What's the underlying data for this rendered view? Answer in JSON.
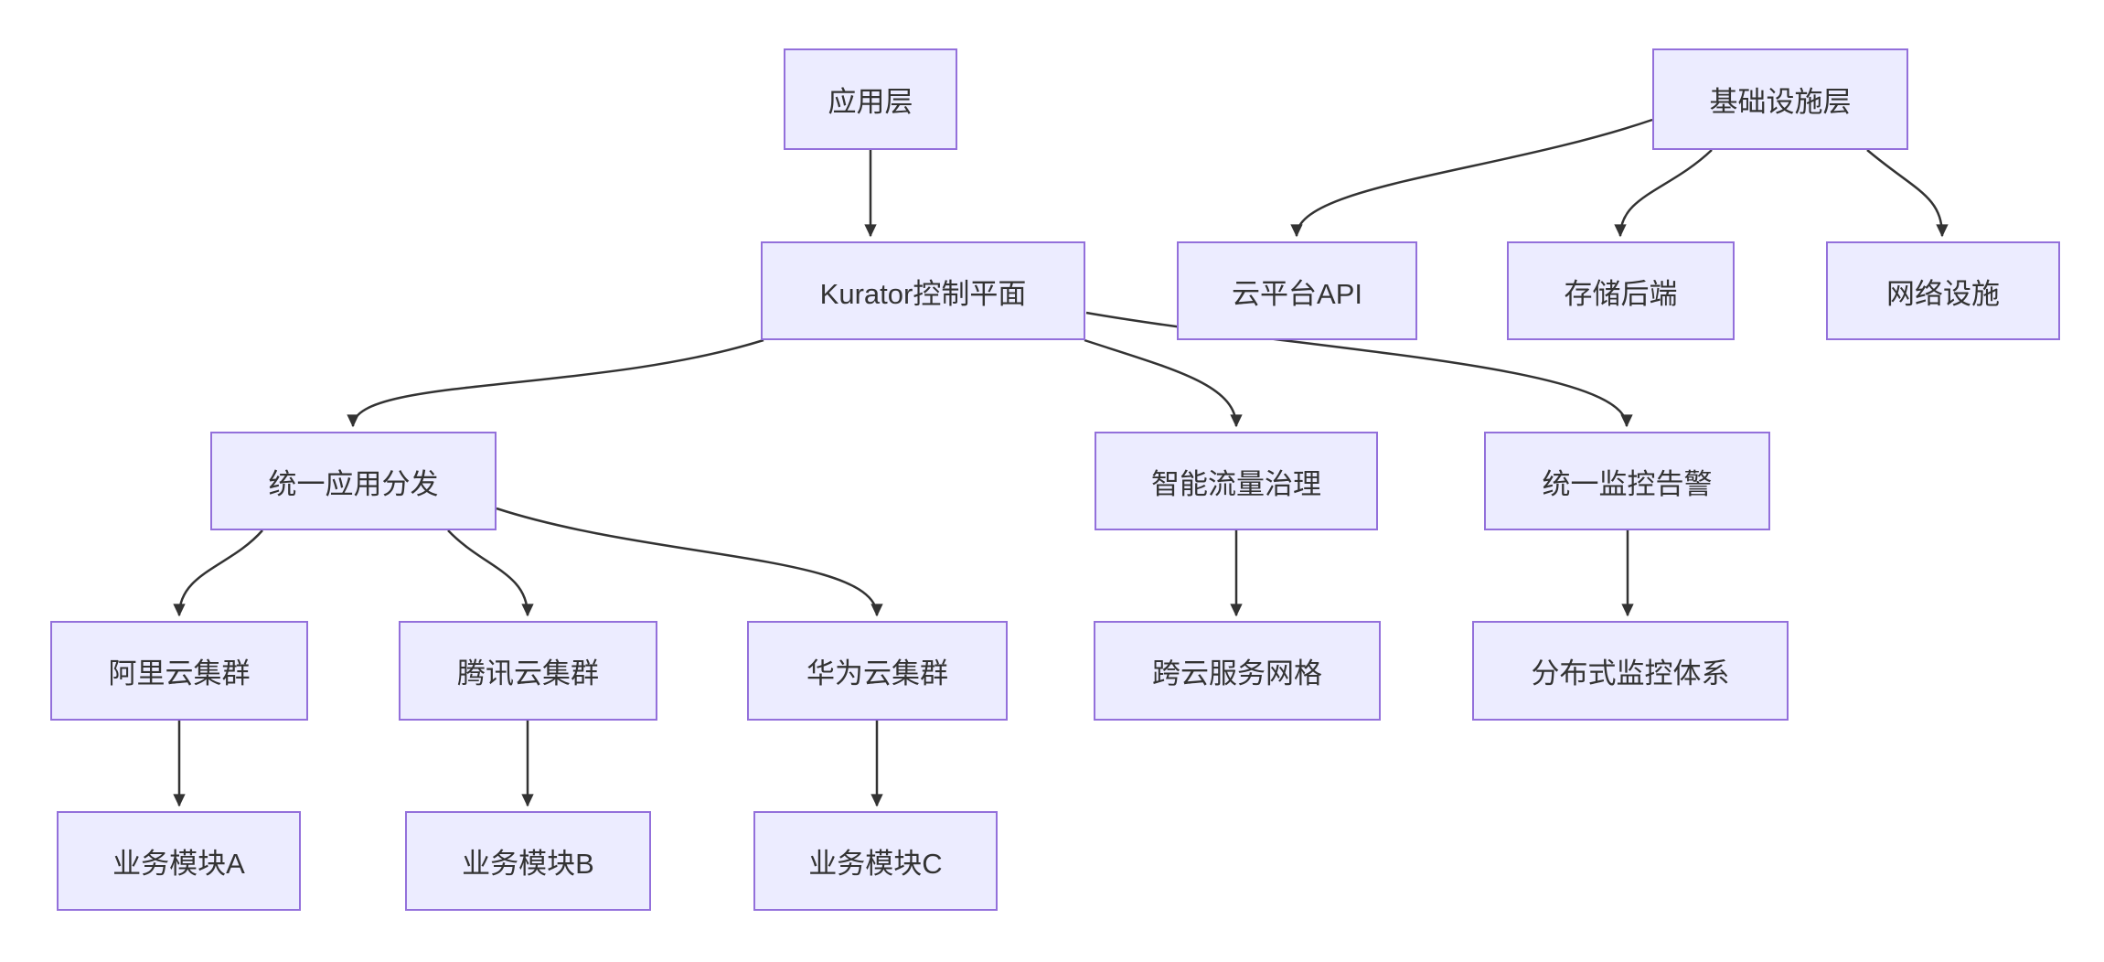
{
  "diagram": {
    "type": "flowchart-top-down",
    "background_color": "#ffffff",
    "node_fill_color": "#ECECFF",
    "node_border_color": "#9370DB",
    "node_text_color": "#333333",
    "edge_color": "#333333",
    "nodes": [
      {
        "id": "app-layer",
        "label": "应用层"
      },
      {
        "id": "infra-layer",
        "label": "基础设施层"
      },
      {
        "id": "kurator",
        "label": "Kurator控制平面"
      },
      {
        "id": "cloud-api",
        "label": "云平台API"
      },
      {
        "id": "storage-backend",
        "label": "存储后端"
      },
      {
        "id": "network-infra",
        "label": "网络设施"
      },
      {
        "id": "app-dist",
        "label": "统一应用分发"
      },
      {
        "id": "traffic-gov",
        "label": "智能流量治理"
      },
      {
        "id": "monitor-alert",
        "label": "统一监控告警"
      },
      {
        "id": "aliyun-cluster",
        "label": "阿里云集群"
      },
      {
        "id": "tencent-cluster",
        "label": "腾讯云集群"
      },
      {
        "id": "huawei-cluster",
        "label": "华为云集群"
      },
      {
        "id": "service-mesh",
        "label": "跨云服务网格"
      },
      {
        "id": "dist-monitor",
        "label": "分布式监控体系"
      },
      {
        "id": "module-a",
        "label": "业务模块A"
      },
      {
        "id": "module-b",
        "label": "业务模块B"
      },
      {
        "id": "module-c",
        "label": "业务模块C"
      }
    ],
    "edges": [
      {
        "from": "应用层",
        "to": "Kurator控制平面"
      },
      {
        "from": "基础设施层",
        "to": "云平台API"
      },
      {
        "from": "基础设施层",
        "to": "存储后端"
      },
      {
        "from": "基础设施层",
        "to": "网络设施"
      },
      {
        "from": "Kurator控制平面",
        "to": "统一应用分发"
      },
      {
        "from": "Kurator控制平面",
        "to": "智能流量治理"
      },
      {
        "from": "Kurator控制平面",
        "to": "统一监控告警"
      },
      {
        "from": "统一应用分发",
        "to": "阿里云集群"
      },
      {
        "from": "统一应用分发",
        "to": "腾讯云集群"
      },
      {
        "from": "统一应用分发",
        "to": "华为云集群"
      },
      {
        "from": "智能流量治理",
        "to": "跨云服务网格"
      },
      {
        "from": "统一监控告警",
        "to": "分布式监控体系"
      },
      {
        "from": "阿里云集群",
        "to": "业务模块A"
      },
      {
        "from": "腾讯云集群",
        "to": "业务模块B"
      },
      {
        "from": "华为云集群",
        "to": "业务模块C"
      }
    ]
  }
}
